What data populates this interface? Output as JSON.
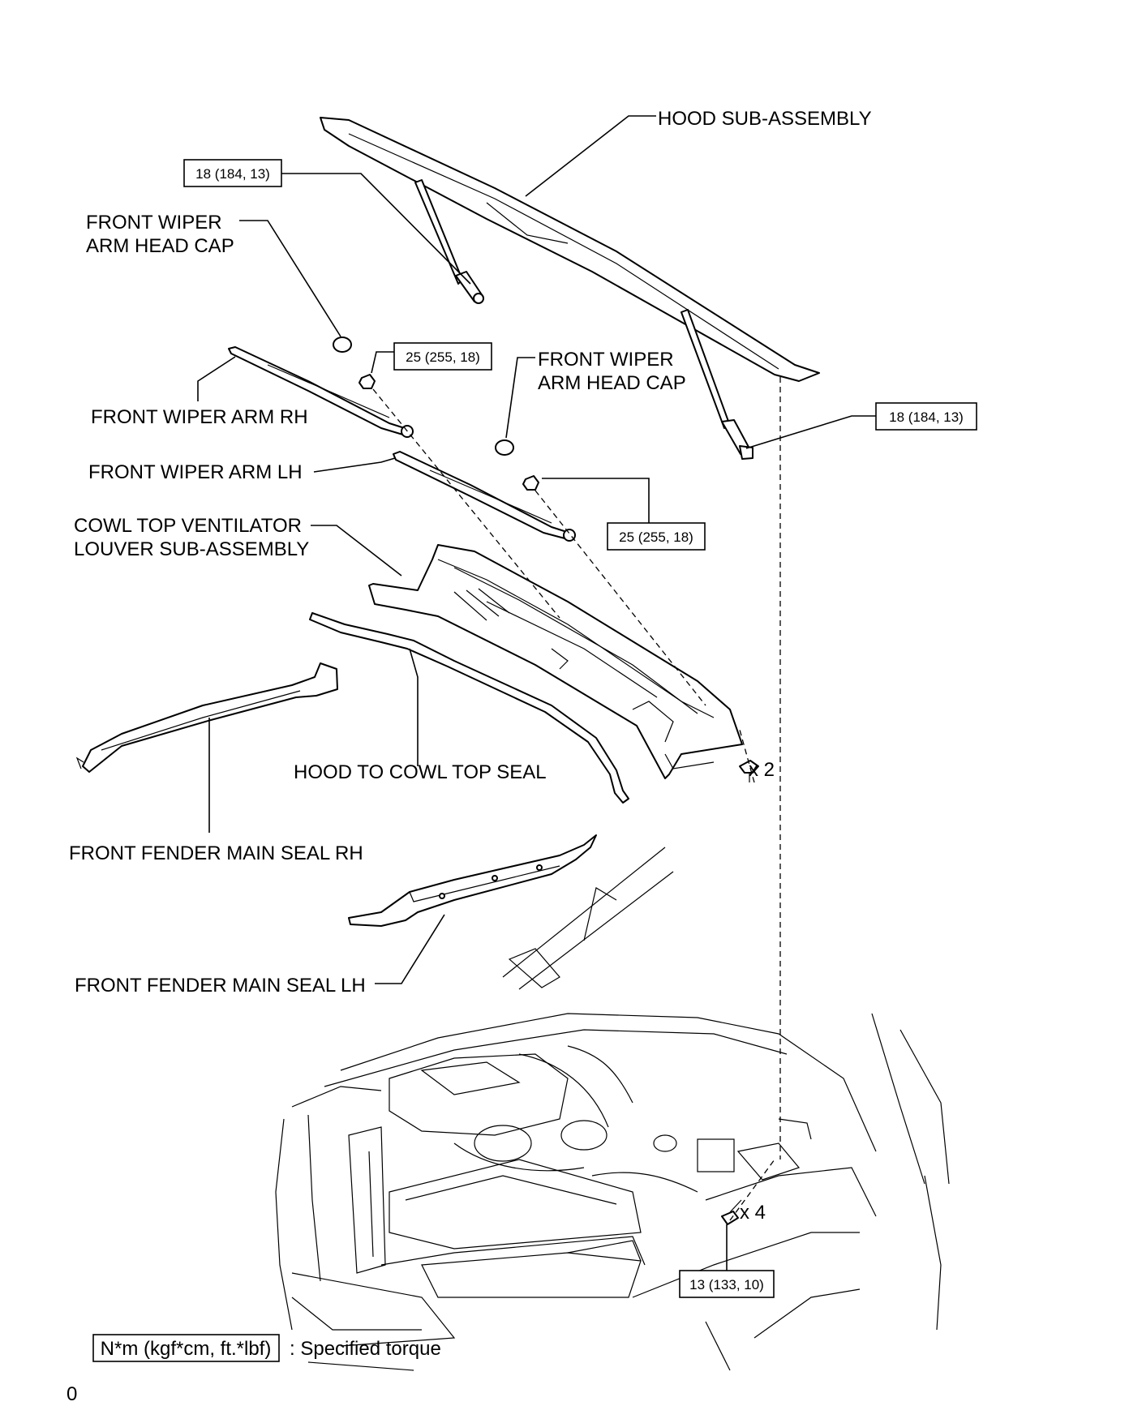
{
  "labels": {
    "hood": "HOOD SUB-ASSEMBLY",
    "cap_left": [
      "FRONT WIPER",
      "ARM HEAD CAP"
    ],
    "cap_right": [
      "FRONT WIPER",
      "ARM HEAD CAP"
    ],
    "arm_rh": "FRONT WIPER ARM RH",
    "arm_lh": "FRONT WIPER ARM LH",
    "cowl": [
      "COWL TOP VENTILATOR",
      "LOUVER SUB-ASSEMBLY"
    ],
    "seal": "HOOD TO COWL TOP SEAL",
    "fender_rh": "FRONT FENDER MAIN SEAL RH",
    "fender_lh": "FRONT FENDER MAIN SEAL LH",
    "qty_clip": "x 2",
    "qty_bolt": "x 4"
  },
  "torques": {
    "hood_support_left": "18 (184, 13)",
    "hood_support_right": "18 (184, 13)",
    "arm_rh_nut": "25 (255, 18)",
    "arm_lh_nut": "25 (255, 18)",
    "hinge_bolt": "13 (133, 10)"
  },
  "legend": {
    "unit": "N*m (kgf*cm, ft.*lbf)",
    "text": ": Specified torque"
  },
  "footer": "0"
}
